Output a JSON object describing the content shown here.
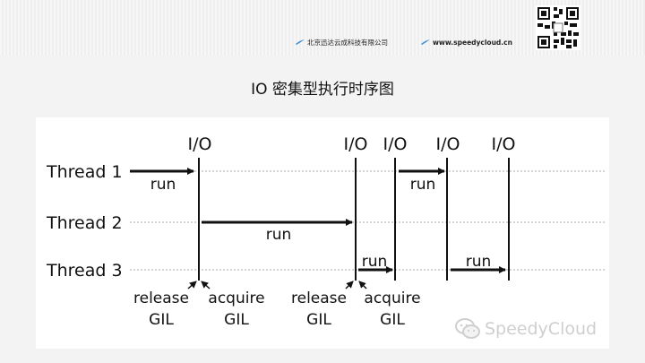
{
  "header": {
    "company": "北京迅达云成科技有限公司",
    "website": "www.speedycloud.cn",
    "accent_color": "#3a8fd6"
  },
  "slide": {
    "title": "IO 密集型执行时序图"
  },
  "diagram": {
    "threads": [
      {
        "label": "Thread 1"
      },
      {
        "label": "Thread 2"
      },
      {
        "label": "Thread 3"
      }
    ],
    "io_labels": [
      "I/O",
      "I/O",
      "I/O",
      "I/O",
      "I/O"
    ],
    "run_label": "run",
    "events": [
      {
        "line1": "release",
        "line2": "GIL"
      },
      {
        "line1": "acquire",
        "line2": "GIL"
      },
      {
        "line1": "release",
        "line2": "GIL"
      },
      {
        "line1": "acquire",
        "line2": "GIL"
      }
    ]
  },
  "watermark": {
    "text": "SpeedyCloud",
    "icon": "wechat-icon"
  }
}
